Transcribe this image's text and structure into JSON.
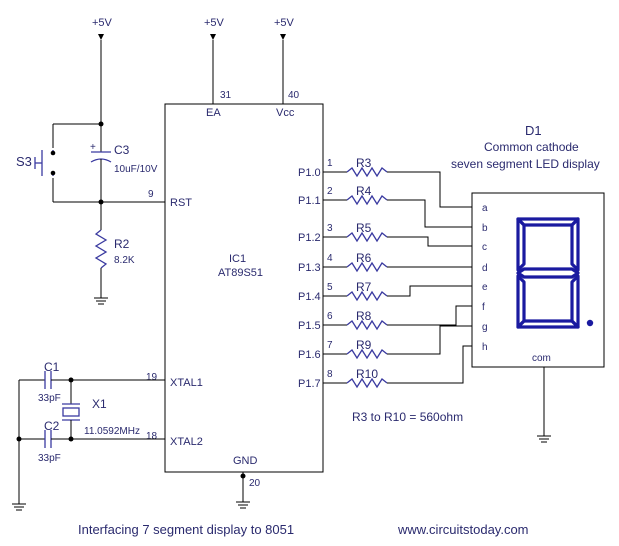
{
  "power": {
    "vcc_label": "+5V"
  },
  "ic": {
    "ref": "IC1",
    "part": "AT89S51",
    "pin_ea": "EA",
    "pin_ea_num": "31",
    "pin_vcc": "Vcc",
    "pin_vcc_num": "40",
    "pin_rst": "RST",
    "pin_rst_num": "9",
    "pin_xtal1": "XTAL1",
    "pin_xtal1_num": "19",
    "pin_xtal2": "XTAL2",
    "pin_xtal2_num": "18",
    "pin_gnd": "GND",
    "pin_gnd_num": "20",
    "port_pins": [
      "P1.0",
      "P1.1",
      "P1.2",
      "P1.3",
      "P1.4",
      "P1.5",
      "P1.6",
      "P1.7"
    ]
  },
  "pin_numbers": [
    "1",
    "2",
    "3",
    "4",
    "5",
    "6",
    "7",
    "8"
  ],
  "resistors": [
    "R3",
    "R4",
    "R5",
    "R6",
    "R7",
    "R8",
    "R9",
    "R10"
  ],
  "segment_inputs": [
    "a",
    "b",
    "c",
    "d",
    "e",
    "f",
    "g",
    "h"
  ],
  "resistor_note": "R3 to R10 = 560ohm",
  "display": {
    "ref": "D1",
    "line1": "Common cathode",
    "line2": "seven segment LED display",
    "com": "com",
    "digit": "8"
  },
  "reset_circuit": {
    "switch": "S3",
    "cap_ref": "C3",
    "cap_value": "10uF/10V",
    "res_ref": "R2",
    "res_value": "8.2K"
  },
  "oscillator": {
    "c1_ref": "C1",
    "c1_value": "33pF",
    "c2_ref": "C2",
    "c2_value": "33pF",
    "crystal_ref": "X1",
    "crystal_value": "11.0592MHz"
  },
  "caption": "Interfacing 7 segment display to 8051",
  "website": "www.circuitstoday.com"
}
